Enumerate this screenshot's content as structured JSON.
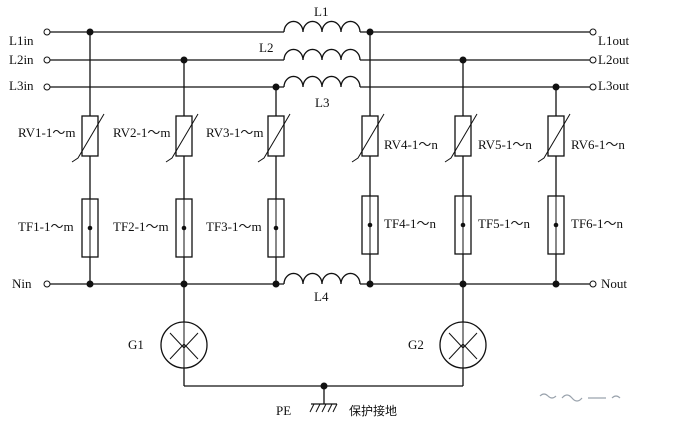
{
  "terminals": {
    "l1in": "L1in",
    "l2in": "L2in",
    "l3in": "L3in",
    "nin": "Nin",
    "l1out": "L1out",
    "l2out": "L2out",
    "l3out": "L3out",
    "nout": "Nout"
  },
  "inductors": {
    "l1": "L1",
    "l2": "L2",
    "l3": "L3",
    "l4": "L4"
  },
  "varistors": [
    "RV1-1～m",
    "RV2-1～m",
    "RV3-1～m",
    "RV4-1～n",
    "RV5-1～n",
    "RV6-1～n"
  ],
  "fuses": [
    "TF1-1～m",
    "TF2-1～m",
    "TF3-1～m",
    "TF4-1～n",
    "TF5-1～n",
    "TF6-1～n"
  ],
  "gdts": {
    "g1": "G1",
    "g2": "G2"
  },
  "ground": {
    "pe": "PE",
    "description": "保护接地"
  }
}
